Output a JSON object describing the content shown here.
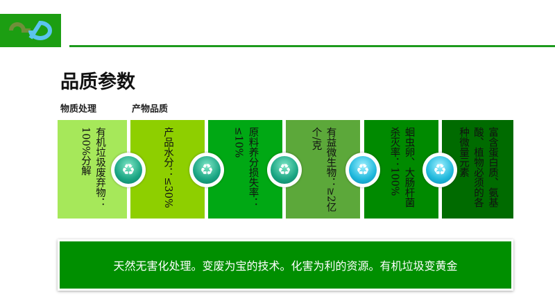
{
  "header": {
    "title": "品质参数",
    "subtitles": [
      "物质处理",
      "产物品质"
    ]
  },
  "colors": {
    "accent": "#1c9a1c",
    "boxes": [
      "#a6e85a",
      "#8ecf00",
      "#00a814",
      "#5ca83a",
      "#008a00",
      "#006b00"
    ],
    "banner": "#008f00"
  },
  "steps": [
    {
      "text": "有机垃圾废弃物：100%分解"
    },
    {
      "text": "产品水分：≤30%"
    },
    {
      "text": "原料养分损失率：≤10%"
    },
    {
      "text": "有益微生物：≥2亿个/克"
    },
    {
      "text": "蛔虫卵、大肠杆菌杀灭率：100%"
    },
    {
      "text": "富含蛋白质、氨基酸、植物必须的各种微量元素"
    }
  ],
  "connectors": {
    "icon": "recycle-icon",
    "glyph": "♻"
  },
  "banner": {
    "text": "天然无害化处理。变废为宝的技术。化害为利的资源。有机垃圾变黄金"
  }
}
